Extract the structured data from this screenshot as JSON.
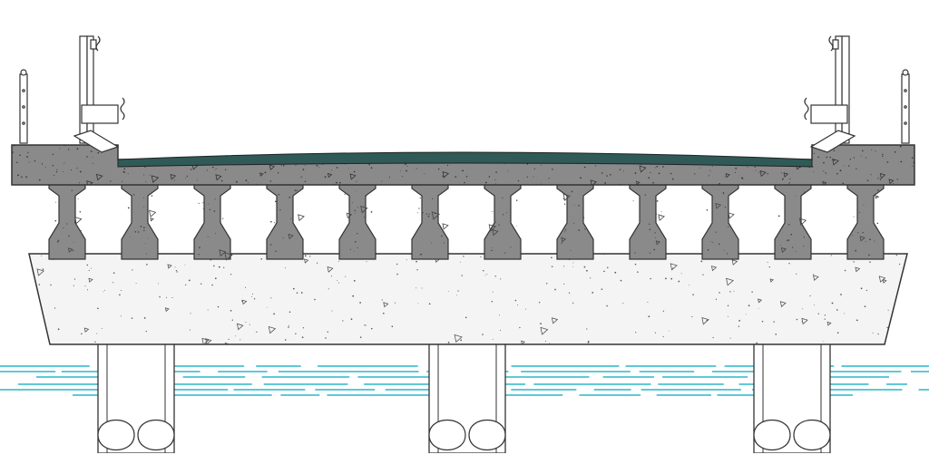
{
  "diagram": {
    "view": "bridge-cross-section",
    "girder_count": 12,
    "pile_count": 3,
    "colors": {
      "background": "#ffffff",
      "line": "#333333",
      "concrete_dark": "#8a8a8a",
      "concrete_light": "#f4f4f4",
      "wearing_surface": "#2f5a57",
      "water": "#2bb7c9",
      "pile_fill": "#ffffff"
    }
  }
}
